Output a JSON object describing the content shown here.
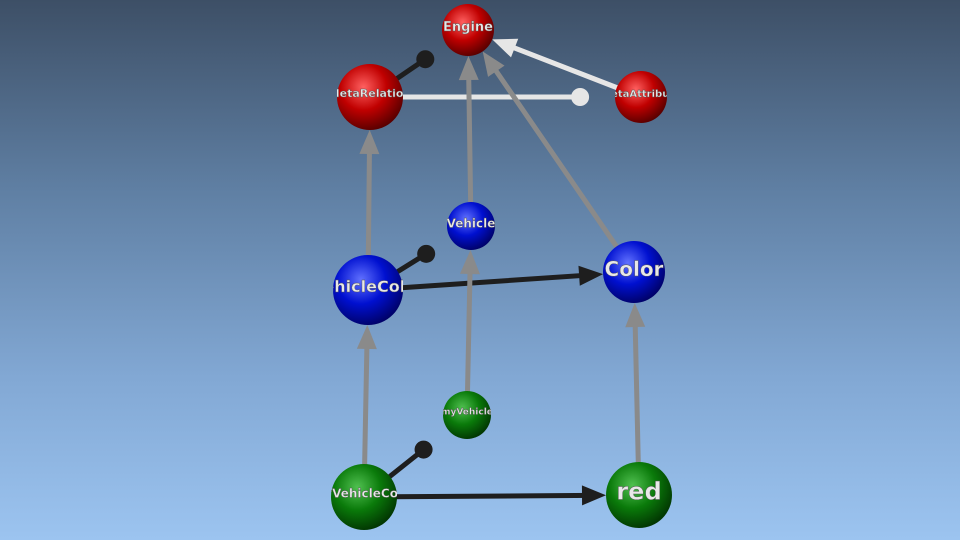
{
  "diagram": {
    "colors": {
      "red": "#c00000",
      "blue": "#0010d0",
      "green": "#0a7a0a",
      "edge_black": "#1e1e1e",
      "edge_gray": "#8a8a8a",
      "edge_white": "#e6e6e6"
    },
    "nodes": [
      {
        "id": "engine",
        "label": "Engine",
        "color": "red"
      },
      {
        "id": "metarelation",
        "label": "MetaRelation",
        "color": "red"
      },
      {
        "id": "metaattribute",
        "label": "MetaAttribute",
        "color": "red"
      },
      {
        "id": "vehicle",
        "label": "Vehicle",
        "color": "blue"
      },
      {
        "id": "vehiclecolor",
        "label": "VehicleColor",
        "color": "blue"
      },
      {
        "id": "color",
        "label": "Color",
        "color": "blue"
      },
      {
        "id": "myvehicle",
        "label": "myVehicle",
        "color": "green"
      },
      {
        "id": "myvehiclecolor",
        "label": "myVehicleColor",
        "color": "green"
      },
      {
        "id": "red",
        "label": "red",
        "color": "green"
      }
    ],
    "edges": [
      {
        "from": "metarelation",
        "to": "engine",
        "style": "edge_black",
        "head": "ball"
      },
      {
        "from": "metaattribute",
        "to": "engine",
        "style": "edge_white",
        "head": "arrow"
      },
      {
        "from": "metarelation",
        "to": "metaattribute",
        "style": "edge_white",
        "head": "ball"
      },
      {
        "from": "vehicle",
        "to": "engine",
        "style": "edge_gray",
        "head": "arrow"
      },
      {
        "from": "color",
        "to": "engine",
        "style": "edge_gray",
        "head": "arrow"
      },
      {
        "from": "vehiclecolor",
        "to": "metarelation",
        "style": "edge_gray",
        "head": "arrow"
      },
      {
        "from": "vehiclecolor",
        "to": "vehicle",
        "style": "edge_black",
        "head": "ball"
      },
      {
        "from": "vehiclecolor",
        "to": "color",
        "style": "edge_black",
        "head": "arrow"
      },
      {
        "from": "myvehicle",
        "to": "vehicle",
        "style": "edge_gray",
        "head": "arrow"
      },
      {
        "from": "myvehiclecolor",
        "to": "vehiclecolor",
        "style": "edge_gray",
        "head": "arrow"
      },
      {
        "from": "myvehiclecolor",
        "to": "myvehicle",
        "style": "edge_black",
        "head": "ball"
      },
      {
        "from": "myvehiclecolor",
        "to": "red",
        "style": "edge_black",
        "head": "arrow"
      },
      {
        "from": "red",
        "to": "color",
        "style": "edge_gray",
        "head": "arrow"
      }
    ]
  }
}
